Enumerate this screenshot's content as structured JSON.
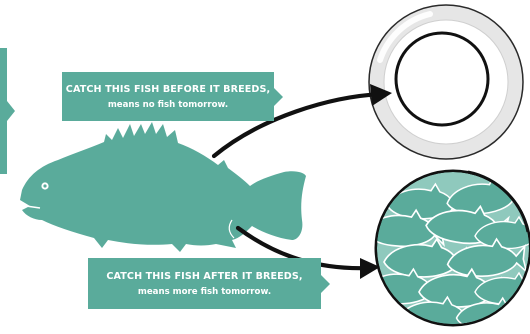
{
  "colors": {
    "teal": "#5aab9b",
    "dark": "#1f1f1f",
    "plate_rim": "#e6e6e6"
  },
  "icons": {
    "fish": "fish-icon",
    "empty_plate": "plate-icon",
    "full_plate": "plate-icon",
    "arrow": "curved-arrow-icon"
  },
  "banner_top": {
    "line1": "CATCH THIS FISH BEFORE IT BREEDS,",
    "line2": "means no fish tomorrow."
  },
  "banner_bottom": {
    "line1": "CATCH THIS FISH AFTER IT BREEDS,",
    "line2": "means more fish tomorrow."
  }
}
